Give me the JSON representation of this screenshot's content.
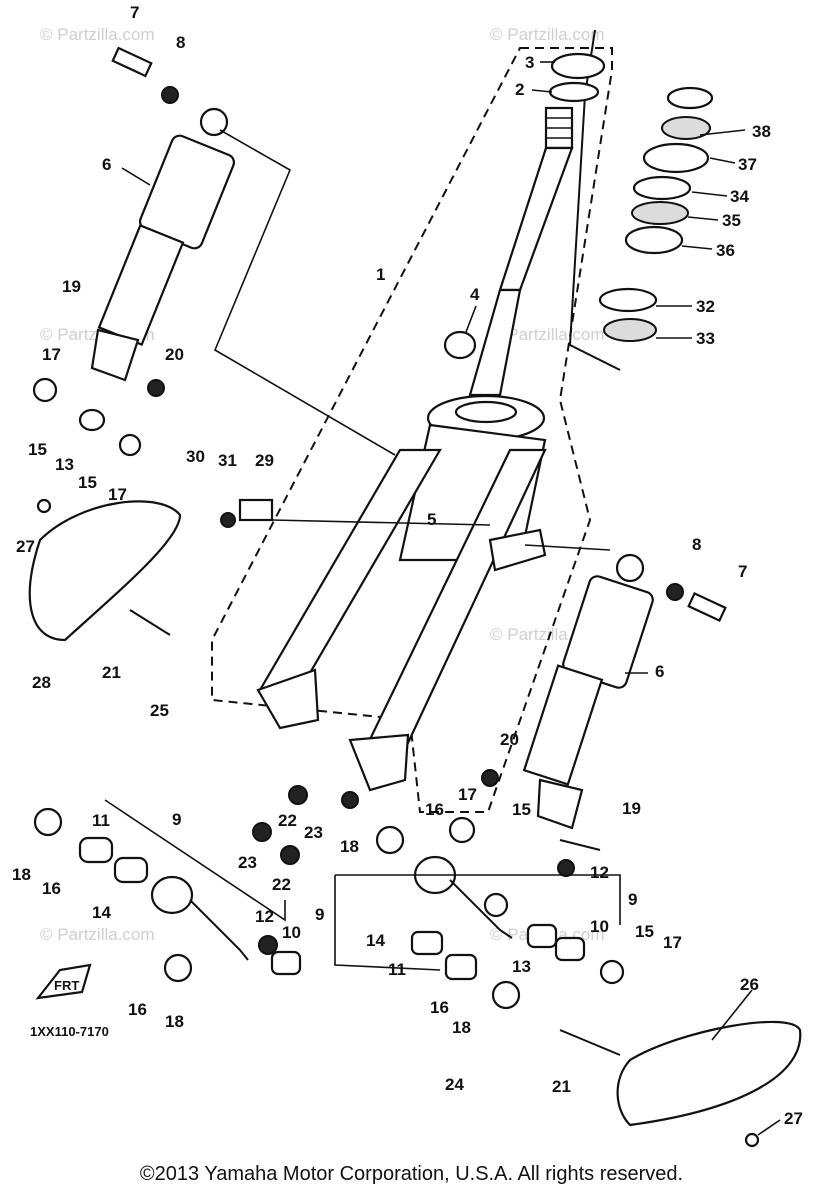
{
  "diagram": {
    "code": "1XX110-7170",
    "front_mark": "FRT",
    "copyright": "©2013  Yamaha Motor Corporation, U.S.A. All rights reserved.",
    "watermark": "© Partzilla.com",
    "labels": [
      "1",
      "2",
      "3",
      "4",
      "5",
      "6",
      "6",
      "7",
      "7",
      "8",
      "8",
      "9",
      "9",
      "9",
      "10",
      "10",
      "11",
      "11",
      "12",
      "12",
      "13",
      "13",
      "13",
      "14",
      "14",
      "15",
      "15",
      "15",
      "15",
      "16",
      "16",
      "16",
      "16",
      "17",
      "17",
      "17",
      "17",
      "18",
      "18",
      "18",
      "18",
      "19",
      "19",
      "20",
      "20",
      "21",
      "21",
      "22",
      "22",
      "23",
      "23",
      "23",
      "24",
      "25",
      "26",
      "27",
      "27",
      "28",
      "29",
      "30",
      "31",
      "32",
      "33",
      "34",
      "35",
      "36",
      "37",
      "38"
    ]
  }
}
